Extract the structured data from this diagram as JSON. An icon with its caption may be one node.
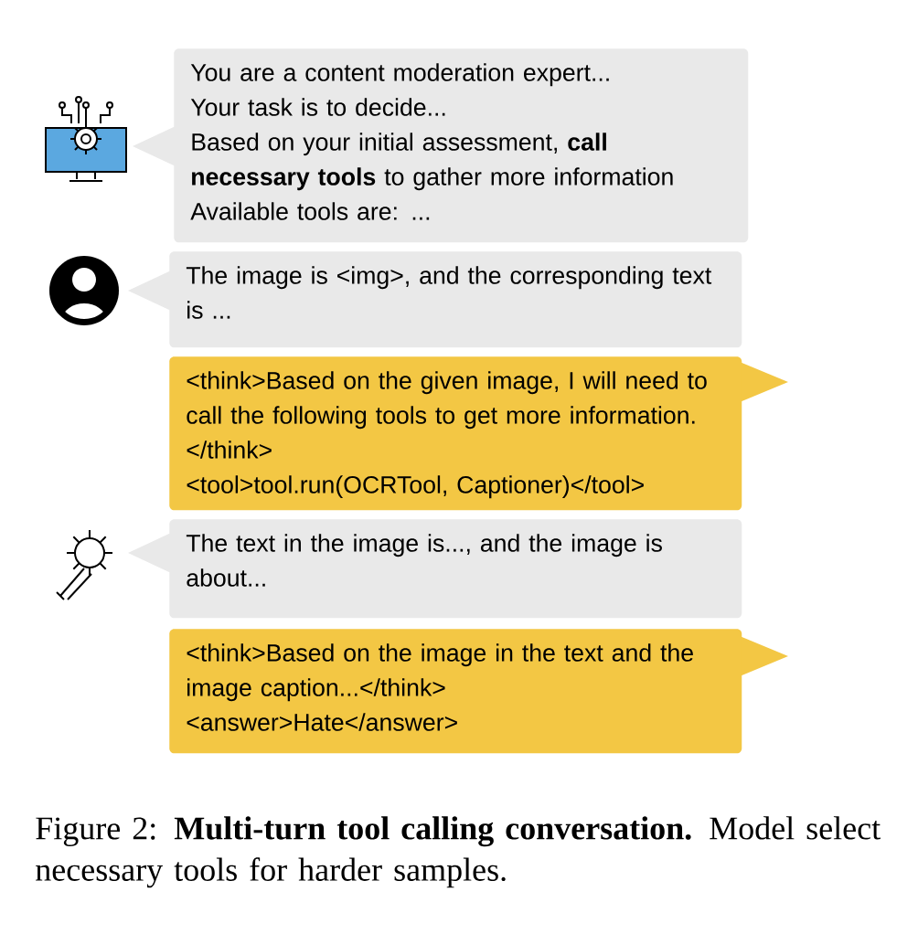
{
  "diagram": {
    "caption": "Figure 2: **Multi-turn tool calling conversation.** Model select necessary tools for harder samples.",
    "nodes": [
      {
        "text": [
          "You are a content moderation expert...",
          "Your task is to decide...",
          "Based on your initial assessment, **call necessary tools** to gather more information",
          "Available tools are: ..."
        ]
      },
      {
        "text": [
          "The image is <img>, and the corresponding text is ..."
        ]
      },
      {
        "text": [
          "<think>Based on the given image, I will need to call the following tools to get more information. </think>",
          "<tool>tool.run(OCRTool, Captioner)</tool>"
        ]
      },
      {
        "text": [
          "The text in the image is..., and the image is about..."
        ]
      },
      {
        "text": [
          "<think>Based on the image in the text and the image caption...</think>",
          "<answer>Hate</answer>"
        ]
      }
    ]
  }
}
